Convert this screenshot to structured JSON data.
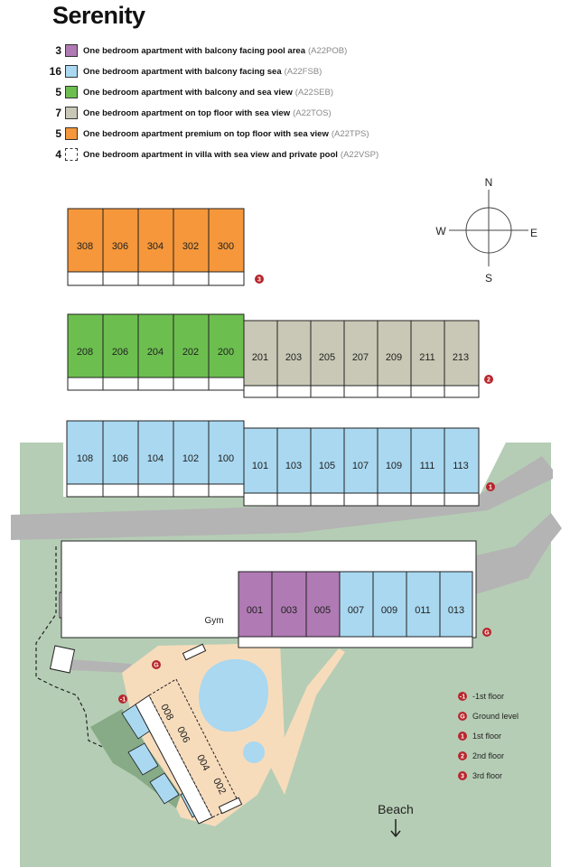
{
  "title": "Serenity",
  "legend": [
    {
      "count": "3",
      "description": "One bedroom apartment with balcony facing pool area",
      "code": "(A22POB)",
      "color": "#b07ab4"
    },
    {
      "count": "16",
      "description": "One bedroom apartment with balcony facing sea",
      "code": "(A22FSB)",
      "color": "#a9d8f0"
    },
    {
      "count": "5",
      "description": "One bedroom apartment with balcony and sea view",
      "code": "(A22SEB)",
      "color": "#6cbf4f"
    },
    {
      "count": "7",
      "description": "One bedroom apartment on top floor with sea view",
      "code": "(A22TOS)",
      "color": "#c9c8b6"
    },
    {
      "count": "5",
      "description": "One bedroom apartment premium on top floor with sea view",
      "code": "(A22TPS)",
      "color": "#f5973a"
    },
    {
      "count": "4",
      "description": "One bedroom apartment in villa with sea view and private pool",
      "code": "(A22VSP)",
      "color": "dashed"
    }
  ],
  "compass": {
    "n": "N",
    "s": "S",
    "e": "E",
    "w": "W"
  },
  "floors": {
    "third": {
      "badge": "3",
      "units": [
        "308",
        "306",
        "304",
        "302",
        "300"
      ],
      "color": "#f5973a"
    },
    "second": {
      "badge": "2",
      "units_green": [
        "208",
        "206",
        "204",
        "202",
        "200"
      ],
      "units_grey": [
        "201",
        "203",
        "205",
        "207",
        "209",
        "211",
        "213"
      ],
      "color_green": "#6cbf4f",
      "color_grey": "#c9c8b6"
    },
    "first": {
      "badge": "1",
      "units_left": [
        "108",
        "106",
        "104",
        "102",
        "100"
      ],
      "units_right": [
        "101",
        "103",
        "105",
        "107",
        "109",
        "111",
        "113"
      ],
      "color": "#a9d8f0"
    },
    "ground": {
      "badge": "G",
      "units_purple": [
        "001",
        "003",
        "005"
      ],
      "units_blue": [
        "007",
        "009",
        "011",
        "013"
      ],
      "color_purple": "#b07ab4",
      "color_blue": "#a9d8f0",
      "gym_label": "Gym"
    },
    "villas": {
      "badge": "-1",
      "units": [
        "008",
        "006",
        "004",
        "002"
      ]
    },
    "pool_badge": "G"
  },
  "floor_legend": [
    {
      "badge": "-1",
      "label": "-1st floor"
    },
    {
      "badge": "G",
      "label": "Ground level"
    },
    {
      "badge": "1",
      "label": "1st floor"
    },
    {
      "badge": "2",
      "label": "2nd floor"
    },
    {
      "badge": "3",
      "label": "3rd floor"
    }
  ],
  "beach_label": "Beach",
  "colors": {
    "grass": "#b5cdb5",
    "road": "#b4b4b4",
    "pool_deck": "#f7dcbc",
    "pool": "#a9d8f0",
    "badge": "#b8262c"
  }
}
